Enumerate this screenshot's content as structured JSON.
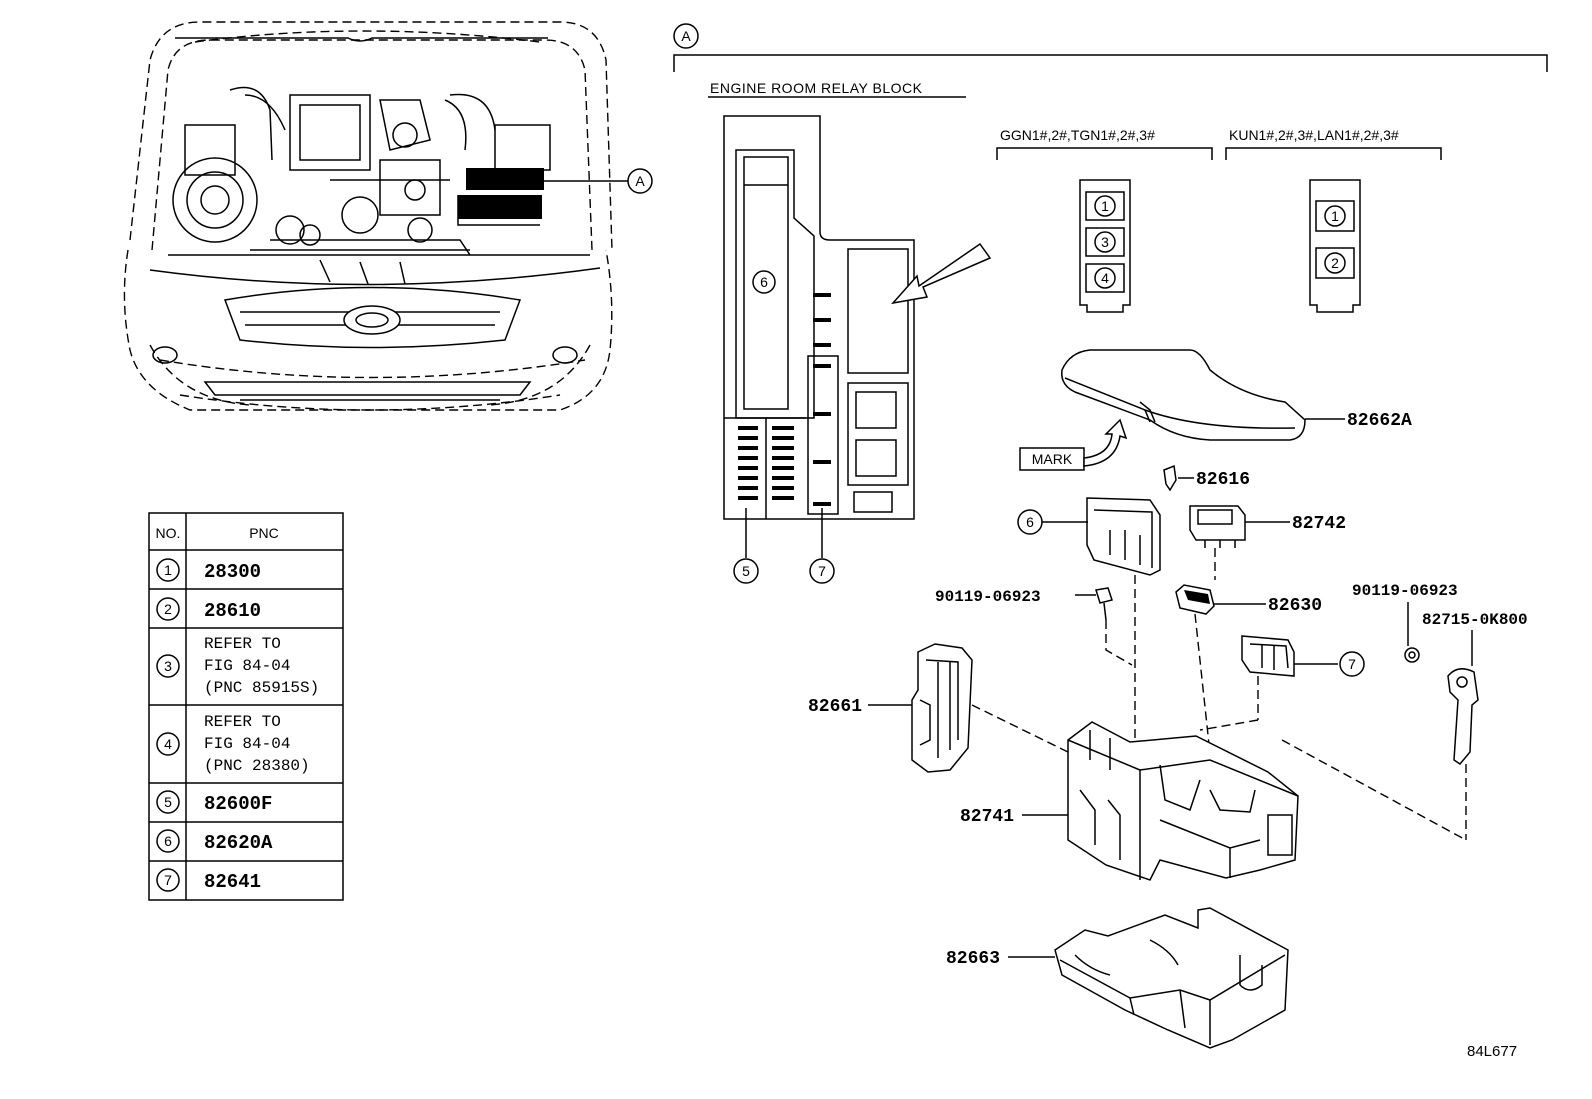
{
  "callout_a": "A",
  "title": "ENGINE ROOM RELAY BLOCK",
  "variant_left": "GGN1#,2#,TGN1#,2#,3#",
  "variant_right": "KUN1#,2#,3#,LAN1#,2#,3#",
  "variant_left_slots": [
    "1",
    "3",
    "4"
  ],
  "variant_right_slots": [
    "1",
    "2"
  ],
  "mark_label": "MARK",
  "relay_block_callouts": [
    "6",
    "5",
    "7"
  ],
  "parts": {
    "cover": "82662A",
    "clip": "82616",
    "relay_6": "6",
    "relay_82742": "82742",
    "bolt_left": "90119-06923",
    "relay_82630": "82630",
    "relay_7": "7",
    "bolt_right": "90119-06923",
    "bracket": "82715-0K800",
    "side_cover": "82661",
    "box": "82741",
    "lower_cover": "82663"
  },
  "table": {
    "headers": [
      "NO.",
      "PNC"
    ],
    "rows": [
      {
        "no": "1",
        "pnc": [
          "28300"
        ]
      },
      {
        "no": "2",
        "pnc": [
          "28610"
        ]
      },
      {
        "no": "3",
        "pnc": [
          "REFER TO",
          "FIG 84-04",
          "(PNC 85915S)"
        ]
      },
      {
        "no": "4",
        "pnc": [
          "REFER TO",
          "FIG 84-04",
          "(PNC 28380)"
        ]
      },
      {
        "no": "5",
        "pnc": [
          "82600F"
        ]
      },
      {
        "no": "6",
        "pnc": [
          "82620A"
        ]
      },
      {
        "no": "7",
        "pnc": [
          "82641"
        ]
      }
    ]
  },
  "figure_code": "84L677"
}
